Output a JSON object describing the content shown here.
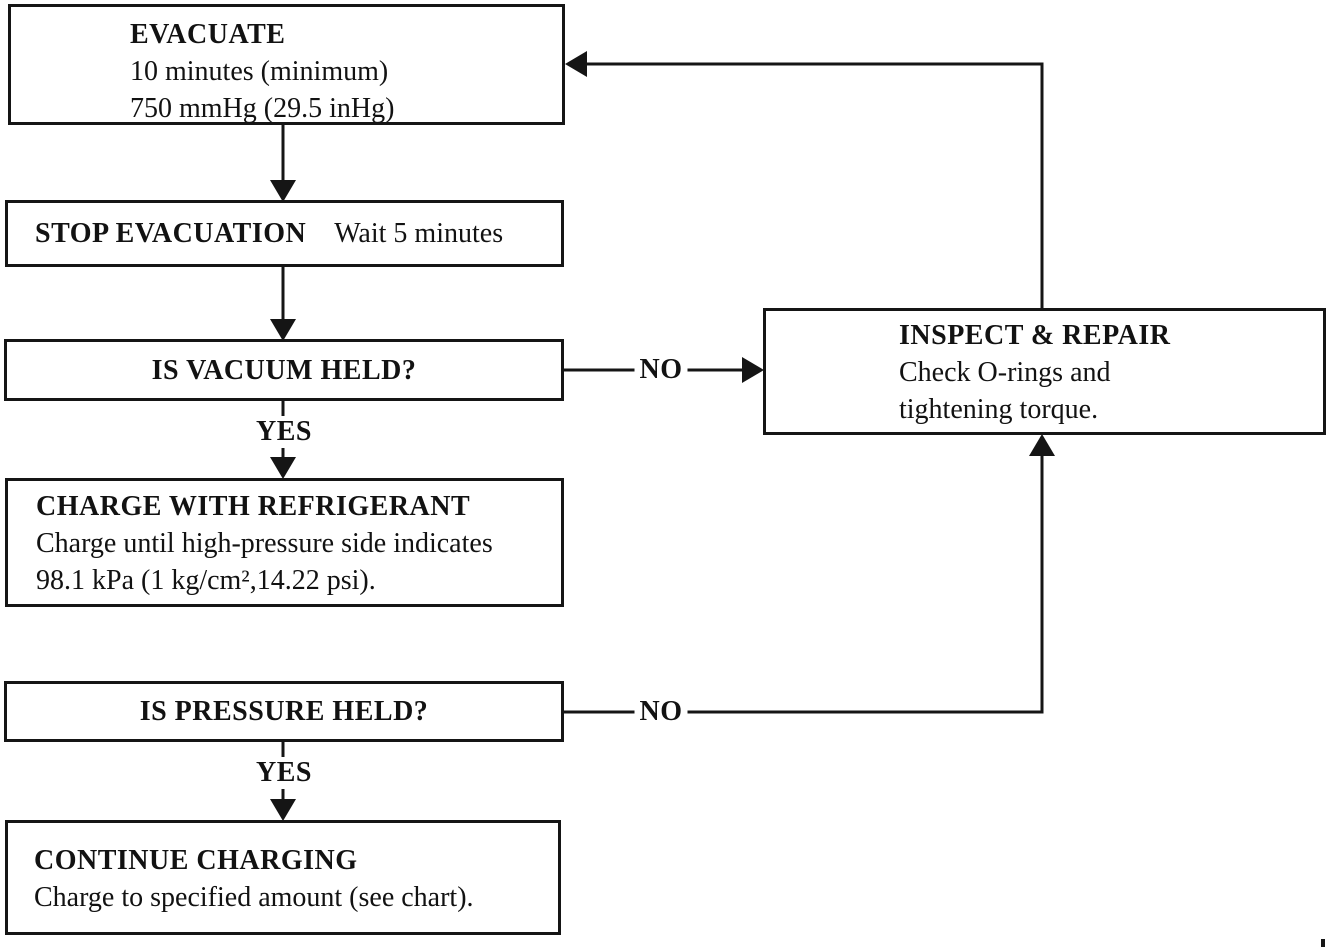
{
  "page": {
    "background": "#ffffff",
    "ink_color": "#151515"
  },
  "flowchart": {
    "boxes": [
      {
        "id": "evacuate",
        "title": "EVACUATE",
        "lines": [
          "10 minutes (minimum)",
          "750 mmHg (29.5 inHg)"
        ]
      },
      {
        "id": "stop-evacuation",
        "title": "STOP EVACUATION",
        "note": "Wait 5 minutes"
      },
      {
        "id": "is-vacuum-held",
        "title": "IS VACUUM HELD?"
      },
      {
        "id": "charge-with-refrigerant",
        "title": "CHARGE WITH REFRIGERANT",
        "lines": [
          "Charge until high-pressure side indicates",
          "98.1 kPa (1 kg/cm²,14.22 psi)."
        ]
      },
      {
        "id": "is-pressure-held",
        "title": "IS PRESSURE HELD?"
      },
      {
        "id": "continue-charging",
        "title": "CONTINUE CHARGING",
        "lines": [
          "Charge to specified amount (see chart)."
        ]
      },
      {
        "id": "inspect-repair",
        "title": "INSPECT & REPAIR",
        "lines": [
          "Check O-rings and",
          "tightening torque."
        ]
      }
    ],
    "connections": [
      {
        "from": "evacuate",
        "to": "stop-evacuation",
        "label": ""
      },
      {
        "from": "stop-evacuation",
        "to": "is-vacuum-held",
        "label": ""
      },
      {
        "from": "is-vacuum-held",
        "to": "charge-with-refrigerant",
        "label": "YES"
      },
      {
        "from": "is-vacuum-held",
        "to": "inspect-repair",
        "label": "NO"
      },
      {
        "from": "charge-with-refrigerant",
        "to": "is-pressure-held",
        "label": ""
      },
      {
        "from": "is-pressure-held",
        "to": "continue-charging",
        "label": "YES"
      },
      {
        "from": "is-pressure-held",
        "to": "inspect-repair",
        "label": "NO"
      },
      {
        "from": "inspect-repair",
        "to": "evacuate",
        "label": ""
      }
    ]
  }
}
